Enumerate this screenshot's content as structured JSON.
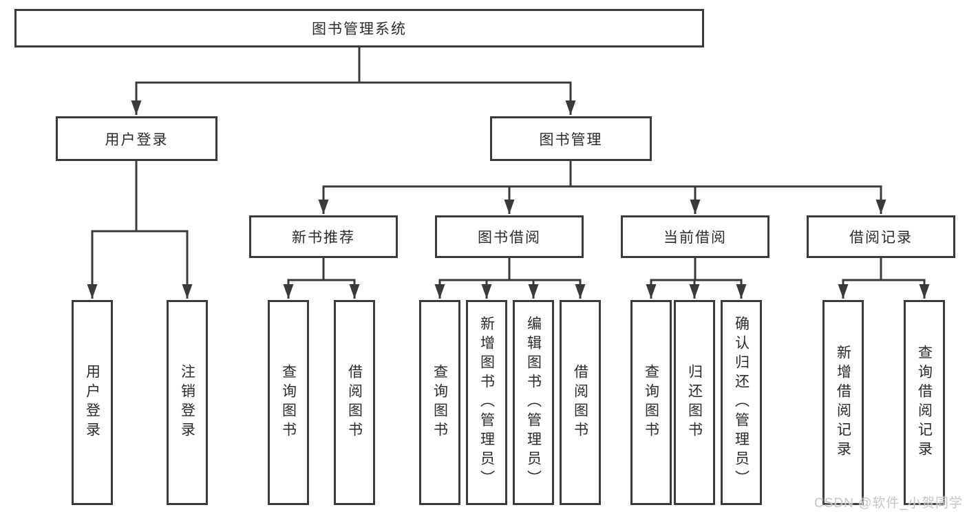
{
  "diagram": {
    "type": "hierarchy-tree",
    "nodes": {
      "root": {
        "label": "图书管理系统"
      },
      "user_login": {
        "label": "用户登录"
      },
      "book_mgmt": {
        "label": "图书管理"
      },
      "new_book_rec": {
        "label": "新书推荐"
      },
      "book_borrow": {
        "label": "图书借阅"
      },
      "current_borrow": {
        "label": "当前借阅"
      },
      "borrow_records": {
        "label": "借阅记录"
      },
      "leaf_user_login": {
        "label": "用户登录"
      },
      "leaf_logout": {
        "label": "注销登录"
      },
      "leaf_query_newrec": {
        "label": "查询图书"
      },
      "leaf_borrow_newrec": {
        "label": "借阅图书"
      },
      "leaf_query_borrow": {
        "label": "查询图书"
      },
      "leaf_add_book": {
        "label": "新增图书（管理员）"
      },
      "leaf_edit_book": {
        "label": "编辑图书（管理员）"
      },
      "leaf_borrow_borrow": {
        "label": "借阅图书"
      },
      "leaf_query_current": {
        "label": "查询图书"
      },
      "leaf_return_book": {
        "label": "归还图书"
      },
      "leaf_confirm_return": {
        "label": "确认归还（管理员）"
      },
      "leaf_add_record": {
        "label": "新增借阅记录"
      },
      "leaf_query_record": {
        "label": "查询借阅记录"
      }
    },
    "hierarchy": {
      "图书管理系统": [
        "用户登录",
        "图书管理"
      ],
      "用户登录": [
        "用户登录",
        "注销登录"
      ],
      "图书管理": [
        "新书推荐",
        "图书借阅",
        "当前借阅",
        "借阅记录"
      ],
      "新书推荐": [
        "查询图书",
        "借阅图书"
      ],
      "图书借阅": [
        "查询图书",
        "新增图书（管理员）",
        "编辑图书（管理员）",
        "借阅图书"
      ],
      "当前借阅": [
        "查询图书",
        "归还图书",
        "确认归还（管理员）"
      ],
      "借阅记录": [
        "新增借阅记录",
        "查询借阅记录"
      ]
    },
    "colors": {
      "line": "#3a3a3a",
      "box_border": "#3a3a3a",
      "box_fill": "#ffffff",
      "text": "#2b2b2b",
      "background": "#ffffff",
      "watermark": "#c6c6c6"
    },
    "watermark": "CSDN @软件_小贺同学"
  }
}
